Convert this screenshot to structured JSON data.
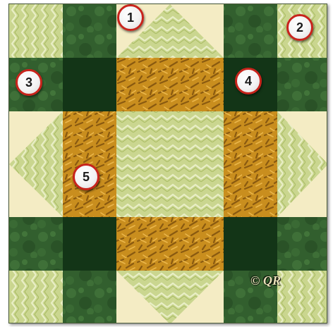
{
  "quilt_block": {
    "colors": {
      "cream": "#f4ecc4",
      "chevron_green": "#c8d48c",
      "dark_green": "#2f5a2c",
      "deepest_green": "#123416",
      "gold": "#c48a1c"
    },
    "labels": [
      "1",
      "2",
      "3",
      "4",
      "5"
    ],
    "copyright": "© QR"
  }
}
